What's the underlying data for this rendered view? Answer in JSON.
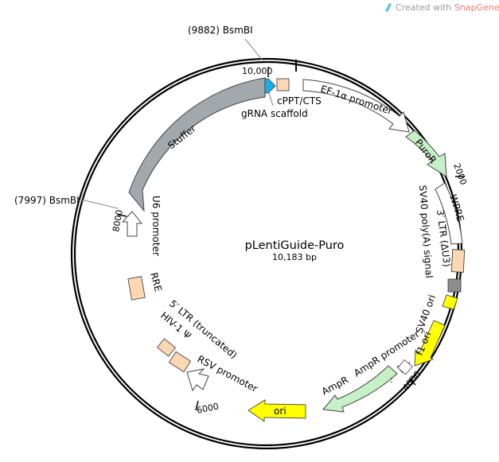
{
  "watermark": {
    "prefix": "Created with ",
    "brand": "SnapGene",
    "suffix": "®"
  },
  "plasmid": {
    "name": "pLentiGuide-Puro",
    "size_label": "10,183 bp"
  },
  "ticks": [
    {
      "label": "10,000"
    },
    {
      "label": "2000"
    },
    {
      "label": "4000"
    },
    {
      "label": "6000"
    },
    {
      "label": "8000"
    }
  ],
  "sites": [
    {
      "label": "(9882)  BsmBI"
    },
    {
      "label": "(7997)  BsmBI"
    }
  ],
  "features": {
    "ef1a": "EF-1α promoter",
    "puror": "PuroR",
    "wpre": "WPRE",
    "ltr3": "3′ LTR (ΔU3)",
    "sv40polya": "SV40 poly(A) signal",
    "sv40ori": "SV40 ori",
    "f1ori": "f1 ori",
    "ampr_promoter": "AmpR promoter",
    "ampr": "AmpR",
    "ori": "ori",
    "rsv": "RSV promoter",
    "psi": "HIV-1 Ψ",
    "ltr5": "5′ LTR (truncated)",
    "rre": "RRE",
    "u6": "U6 promoter",
    "stuffer": "Stuffer",
    "grna": "gRNA scaffold",
    "cppt": "cPPT/CTS"
  },
  "colors": {
    "backbone": "#000000",
    "gray_feature": "#a3a8ad",
    "green_feature": "#c6f0c6",
    "yellow_feature": "#ffff00",
    "peach_feature": "#fbd7b3",
    "cyan_feature": "#18b0e8",
    "dark_gray_feature": "#8c8c8c",
    "watermark_accent": "#ef7b6a"
  }
}
